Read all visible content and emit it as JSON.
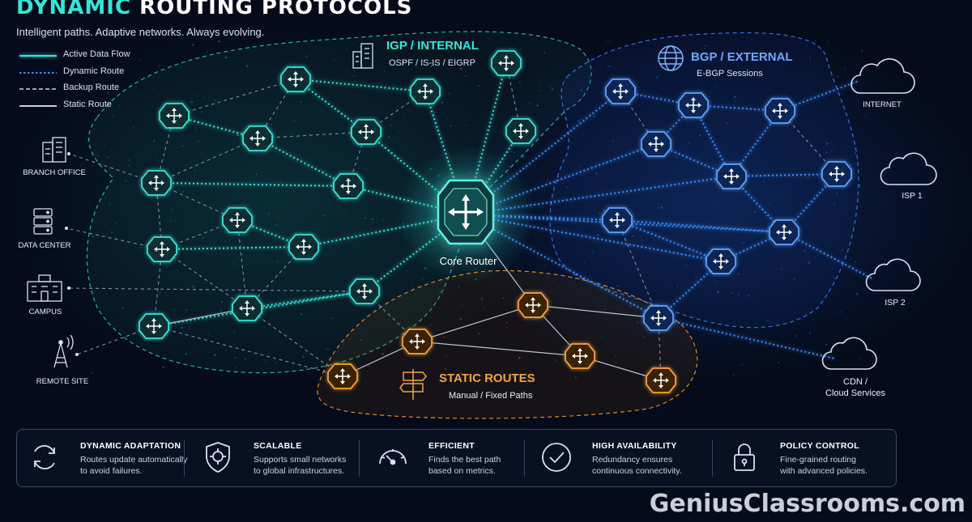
{
  "title": {
    "accent": "DYNAMIC",
    "rest": "ROUTING PROTOCOLS"
  },
  "subtitle": "Intelligent paths. Adaptive networks. Always evolving.",
  "legend": [
    {
      "label": "Active Data Flow",
      "style": "active"
    },
    {
      "label": "Dynamic Route",
      "style": "dynamic"
    },
    {
      "label": "Backup Route",
      "style": "backup"
    },
    {
      "label": "Static Route",
      "style": "static"
    }
  ],
  "zones": {
    "igp": {
      "title": "IGP / INTERNAL",
      "subtitle": "OSPF / IS-IS / EIGRP",
      "icon": "building-icon",
      "color": "#35e6d8"
    },
    "bgp": {
      "title": "BGP / EXTERNAL",
      "subtitle": "E-BGP Sessions",
      "icon": "globe-icon",
      "color": "#5ea2ff"
    },
    "static": {
      "title": "STATIC ROUTES",
      "subtitle": "Manual / Fixed Paths",
      "icon": "signpost-icon",
      "color": "#f7a23a"
    }
  },
  "core_router": {
    "label": "Core Router"
  },
  "endpoints_left": [
    {
      "label": "BRANCH OFFICE",
      "icon": "office-building-icon"
    },
    {
      "label": "DATA CENTER",
      "icon": "server-icon"
    },
    {
      "label": "CAMPUS",
      "icon": "campus-icon"
    },
    {
      "label": "REMOTE SITE",
      "icon": "antenna-icon"
    }
  ],
  "endpoints_right": [
    {
      "label": "INTERNET",
      "icon": "cloud-icon"
    },
    {
      "label": "ISP 1",
      "icon": "cloud-icon"
    },
    {
      "label": "ISP 2",
      "icon": "cloud-icon"
    },
    {
      "label": "CDN /\nCloud Services",
      "icon": "cloud-icon"
    }
  ],
  "features": [
    {
      "title": "DYNAMIC ADAPTATION",
      "desc": "Routes update automatically\nto avoid failures.",
      "icon": "refresh-icon"
    },
    {
      "title": "SCALABLE",
      "desc": "Supports small networks\nto global infrastructures.",
      "icon": "shield-target-icon"
    },
    {
      "title": "EFFICIENT",
      "desc": "Finds the best path\nbased on metrics.",
      "icon": "speedometer-icon"
    },
    {
      "title": "HIGH AVAILABILITY",
      "desc": "Redundancy ensures\ncontinuous connectivity.",
      "icon": "check-circle-icon"
    },
    {
      "title": "POLICY CONTROL",
      "desc": "Fine-grained routing\nwith advanced policies.",
      "icon": "lock-icon"
    }
  ],
  "watermark": "GeniusClassrooms.com"
}
